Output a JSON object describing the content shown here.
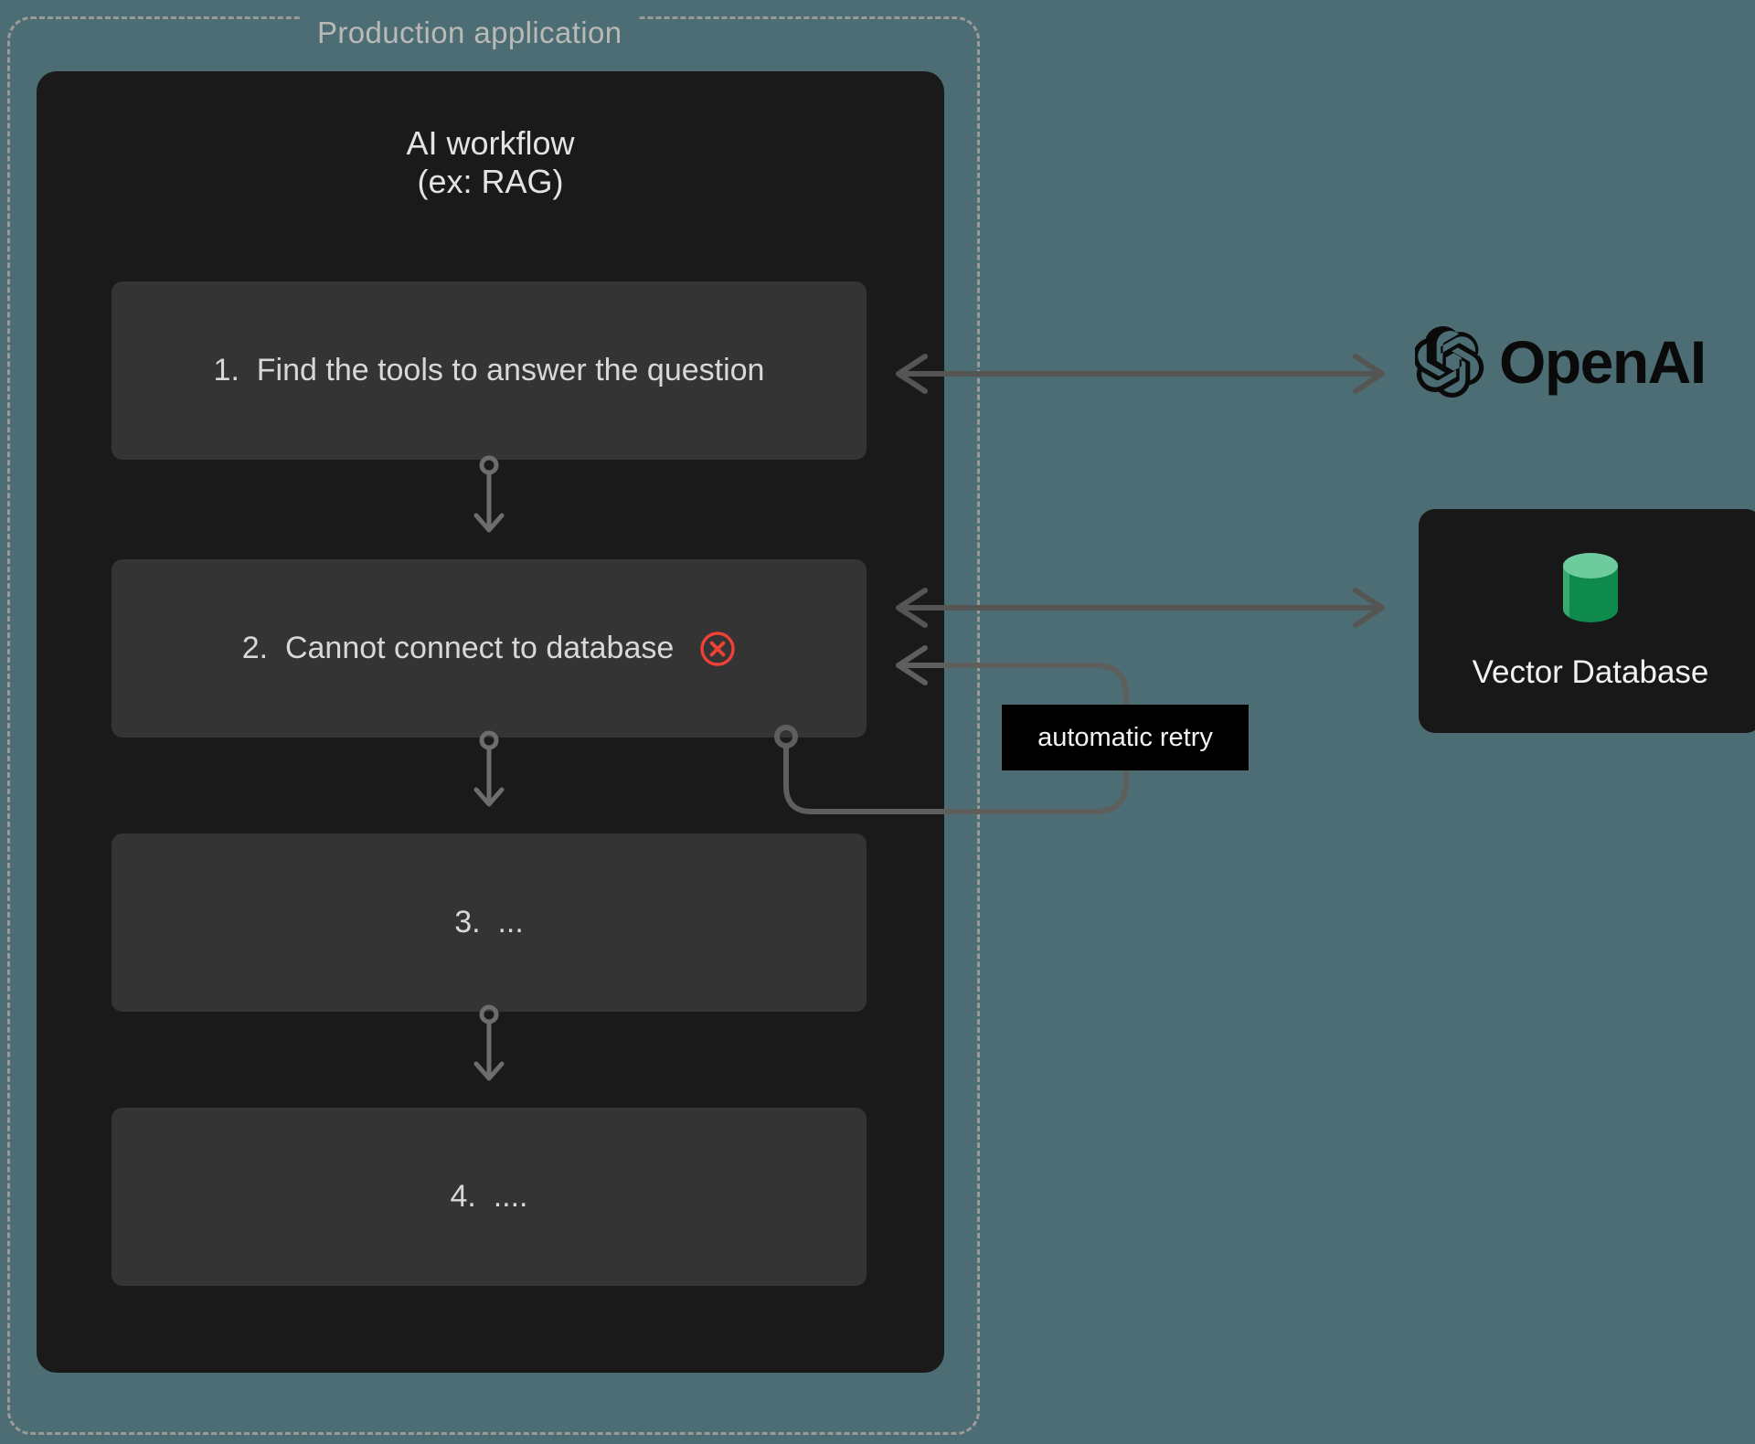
{
  "container": {
    "label": "Production application"
  },
  "workflow": {
    "title": "AI workflow\n(ex: RAG)",
    "steps": [
      {
        "id": "step-1",
        "text": "1.  Find the tools to answer the question",
        "status": "ok"
      },
      {
        "id": "step-2",
        "text": "2.  Cannot connect to database",
        "status": "error"
      },
      {
        "id": "step-3",
        "text": "3.  ...",
        "status": "ok"
      },
      {
        "id": "step-4",
        "text": "4.  ....",
        "status": "ok"
      }
    ]
  },
  "external": {
    "openai": {
      "label": "OpenAI",
      "logo": "openai-logo-icon"
    },
    "vector_database": {
      "label": "Vector Database",
      "icon": "database-cylinder-icon"
    }
  },
  "annotations": {
    "retry": "automatic retry"
  },
  "icons": {
    "error": "error-circle-x-icon",
    "connector_dot": "connector-anchor-dot-icon",
    "arrow": "arrow-head-icon"
  },
  "colors": {
    "background": "#4d6d74",
    "panel": "#1a1a1a",
    "step": "#343434",
    "text": "#d8d8d6",
    "error": "#ef4136",
    "db_top": "#6ecb9e",
    "db_body": "#0e8a4d",
    "connector": "#5a5a58",
    "dashed_border": "#9a9a97",
    "retry_bg": "#000000"
  }
}
